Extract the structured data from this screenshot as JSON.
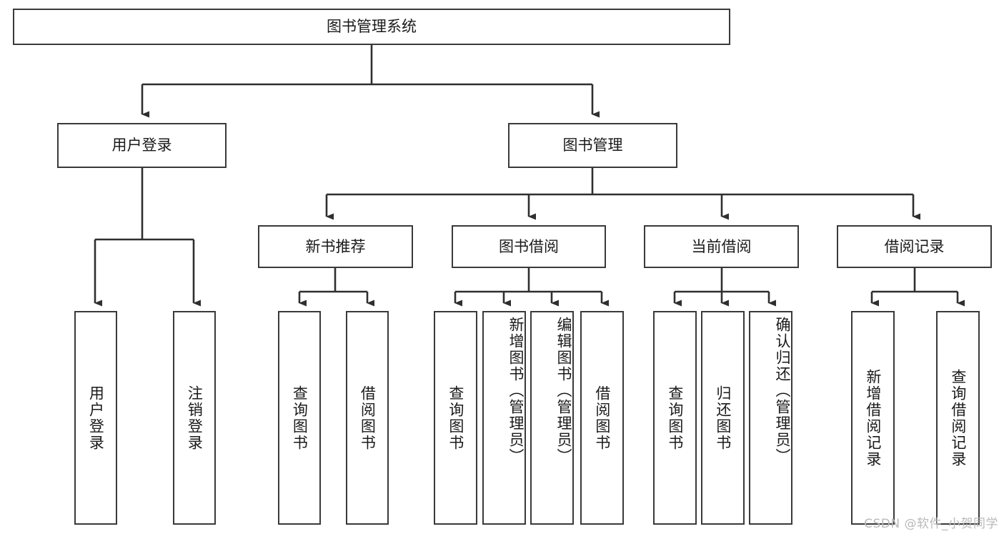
{
  "diagram": {
    "title": "图书管理系统",
    "root": {
      "label": "图书管理系统"
    },
    "level2": [
      {
        "label": "用户登录"
      },
      {
        "label": "图书管理"
      }
    ],
    "level3": [
      {
        "label": "新书推荐"
      },
      {
        "label": "图书借阅"
      },
      {
        "label": "当前借阅"
      },
      {
        "label": "借阅记录"
      }
    ],
    "leaves": {
      "user_login": [
        {
          "label": "用户登录"
        },
        {
          "label": "注销登录"
        }
      ],
      "new_book_recommend": [
        {
          "label": "查询图书"
        },
        {
          "label": "借阅图书"
        }
      ],
      "book_borrow": [
        {
          "label": "查询图书"
        },
        {
          "label": "新增图书（管理员）"
        },
        {
          "label": "编辑图书（管理员）"
        },
        {
          "label": "借阅图书"
        }
      ],
      "current_borrow": [
        {
          "label": "查询图书"
        },
        {
          "label": "归还图书"
        },
        {
          "label": "确认归还（管理员）"
        }
      ],
      "borrow_record": [
        {
          "label": "新增借阅记录"
        },
        {
          "label": "查询借阅记录"
        }
      ]
    }
  },
  "watermark": {
    "text": "CSDN @软件_小贺同学"
  },
  "colors": {
    "background": "#ffffff",
    "box_border": "#3a3a3a",
    "line": "#2f2f2f",
    "text": "#1a1a1a",
    "watermark": "#b9b9b9"
  }
}
